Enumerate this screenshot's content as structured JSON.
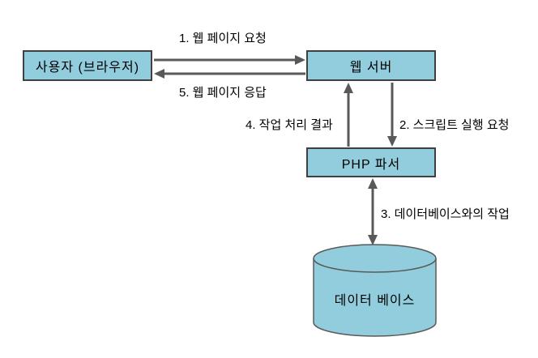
{
  "diagram": {
    "title_implicit": "PHP web application request flow",
    "nodes": {
      "user": {
        "label": "사용자 (브라우저)",
        "shape": "rectangle"
      },
      "web_server": {
        "label": "웹 서버",
        "shape": "rectangle"
      },
      "php_parser": {
        "label": "PHP 파서",
        "shape": "rectangle"
      },
      "database": {
        "label": "데이터 베이스",
        "shape": "cylinder"
      }
    },
    "edges": [
      {
        "id": "request",
        "label": "1. 웹 페이지 요청",
        "from": "user",
        "to": "web_server",
        "direction": "one-way"
      },
      {
        "id": "script",
        "label": "2. 스크립트 실행 요청",
        "from": "web_server",
        "to": "php_parser",
        "direction": "one-way"
      },
      {
        "id": "dbwork",
        "label": "3. 데이터베이스와의 작업",
        "from": "php_parser",
        "to": "database",
        "direction": "two-way"
      },
      {
        "id": "result",
        "label": "4. 작업 처리 결과",
        "from": "php_parser",
        "to": "web_server",
        "direction": "one-way"
      },
      {
        "id": "response",
        "label": "5. 웹 페이지 응답",
        "from": "web_server",
        "to": "user",
        "direction": "one-way"
      }
    ],
    "colors": {
      "node_fill": "#92cdde",
      "node_border": "#404040",
      "cylinder_border": "#595959",
      "arrow": "#595959",
      "text": "#000000",
      "background": "#ffffff"
    }
  }
}
